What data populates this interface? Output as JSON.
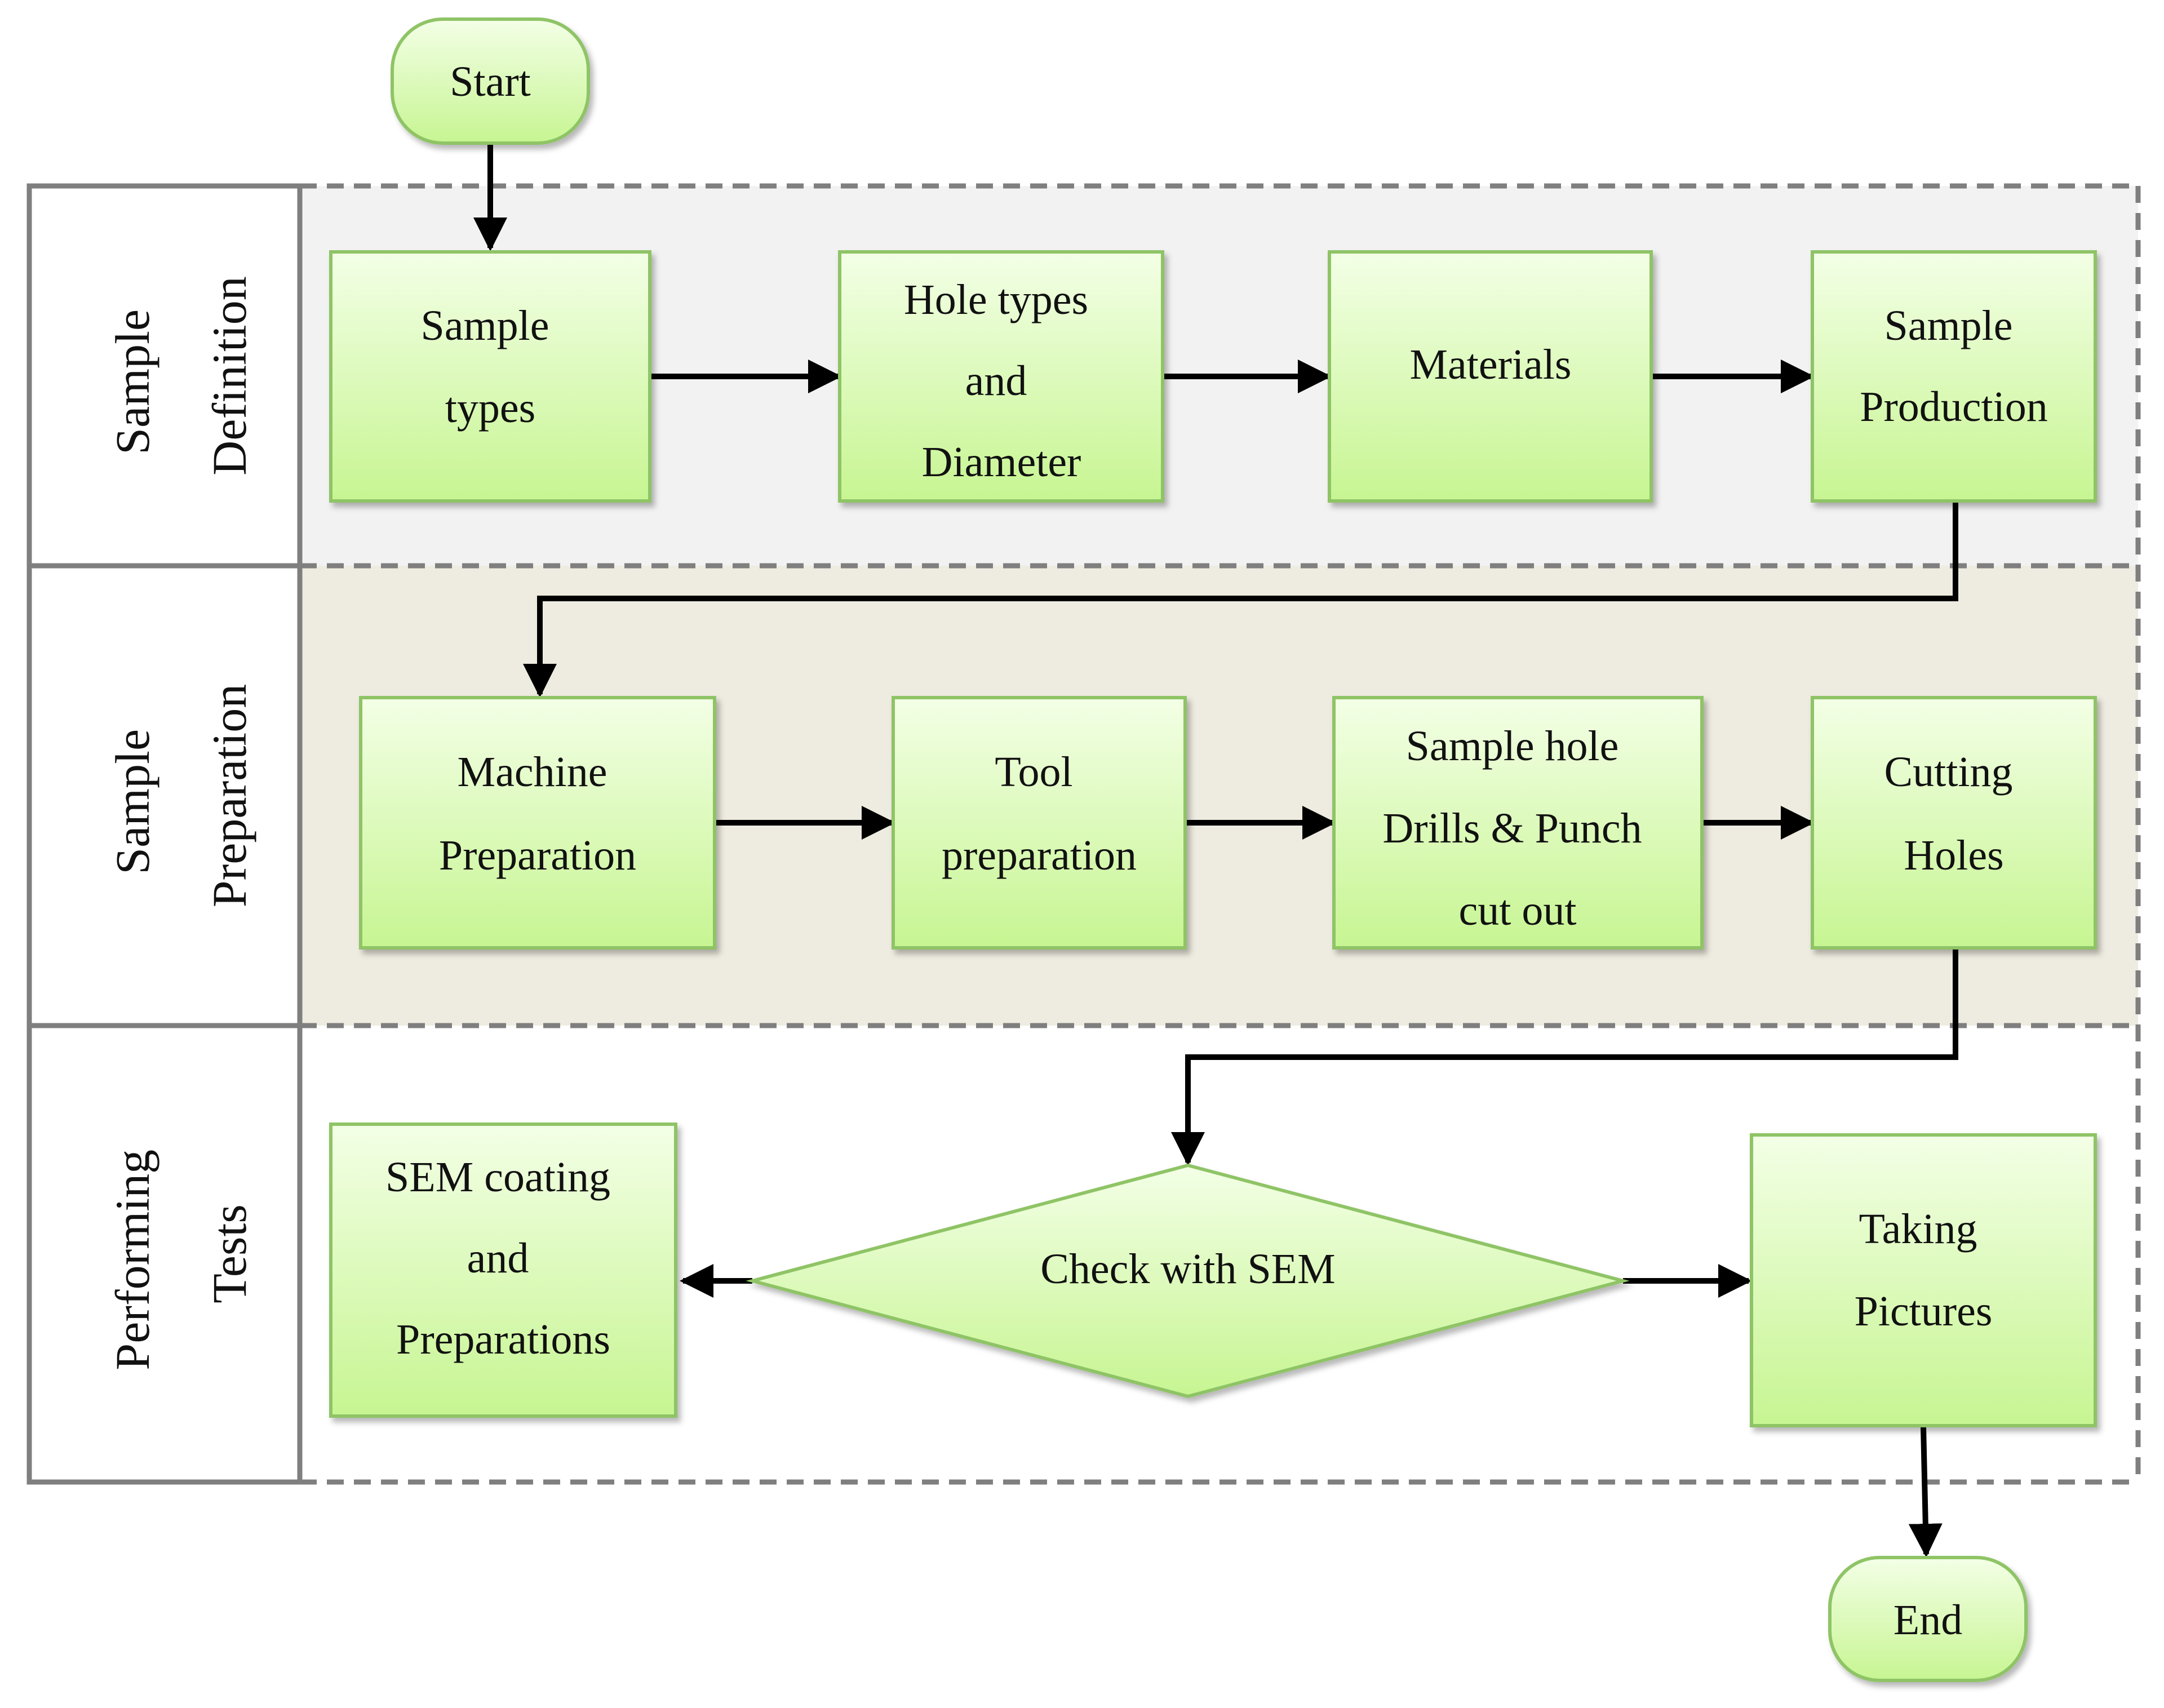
{
  "colors": {
    "node_fill_top": "#f3ffe6",
    "node_fill_bottom": "#c7f592",
    "node_stroke": "#8fc466",
    "lane_border": "#7f7f7f",
    "lane_bg_1": "#f2f2f2",
    "lane_bg_2": "#eeebe0",
    "lane_bg_3": "#ffffff",
    "arrow": "#000000"
  },
  "lanes": [
    {
      "id": "definition",
      "label_lines": [
        "Sample",
        "Definition"
      ]
    },
    {
      "id": "preparation",
      "label_lines": [
        "Sample",
        "Preparation"
      ]
    },
    {
      "id": "tests",
      "label_lines": [
        "Performing",
        "Tests"
      ]
    }
  ],
  "nodes": {
    "start": {
      "lines": [
        "Start"
      ]
    },
    "sample_types": {
      "lines": [
        "Sample",
        "types"
      ]
    },
    "hole_types": {
      "lines": [
        "Hole types",
        "and",
        "Diameter"
      ]
    },
    "materials": {
      "lines": [
        "Materials"
      ]
    },
    "sample_production": {
      "lines": [
        "Sample",
        "Production"
      ]
    },
    "machine_preparation": {
      "lines": [
        "Machine",
        "Preparation"
      ]
    },
    "tool_preparation": {
      "lines": [
        "Tool",
        "preparation"
      ]
    },
    "drills_punch": {
      "lines": [
        "Sample hole",
        "Drills & Punch",
        "cut out"
      ]
    },
    "cutting_holes": {
      "lines": [
        "Cutting",
        "Holes"
      ]
    },
    "sem_coating": {
      "lines": [
        "SEM coating",
        "and",
        "Preparations"
      ]
    },
    "check_sem": {
      "lines": [
        "Check with SEM"
      ]
    },
    "taking_pictures": {
      "lines": [
        "Taking",
        "Pictures"
      ]
    },
    "end": {
      "lines": [
        "End"
      ]
    }
  }
}
